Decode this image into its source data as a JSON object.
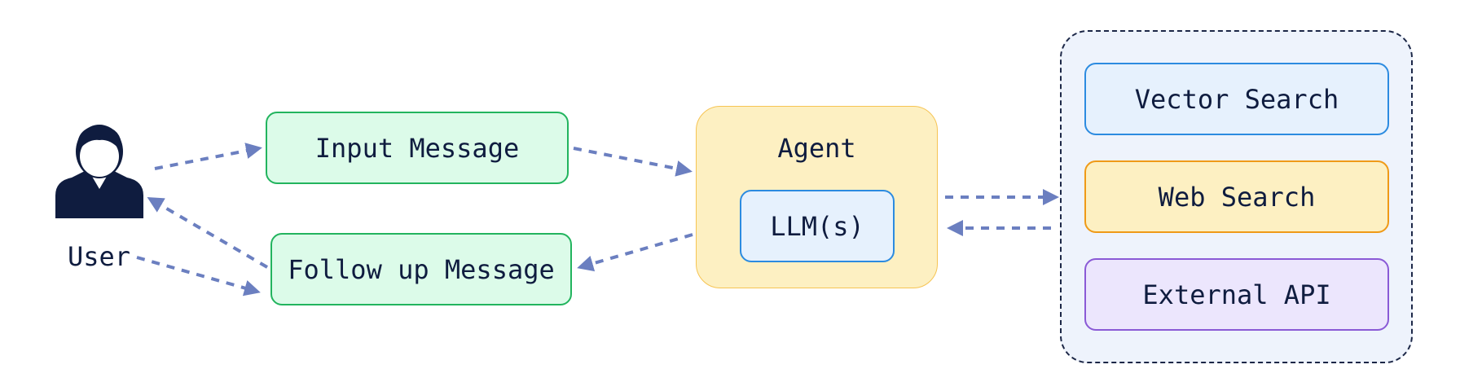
{
  "user": {
    "label": "User",
    "icon": "user-icon"
  },
  "flow": {
    "input_message": "Input Message",
    "follow_up_message": "Follow up Message"
  },
  "agent": {
    "title": "Agent",
    "llm": "LLM(s)"
  },
  "tools": {
    "vector_search": "Vector Search",
    "web_search": "Web Search",
    "external_api": "External API"
  },
  "colors": {
    "arrow": "#6b7fc0",
    "text": "#0f1c3f",
    "message_fill": "#dcfbe9",
    "agent_fill": "#fdf0c2",
    "llm_fill": "#e6f1fd",
    "tool_group_fill": "#eef3fc"
  }
}
